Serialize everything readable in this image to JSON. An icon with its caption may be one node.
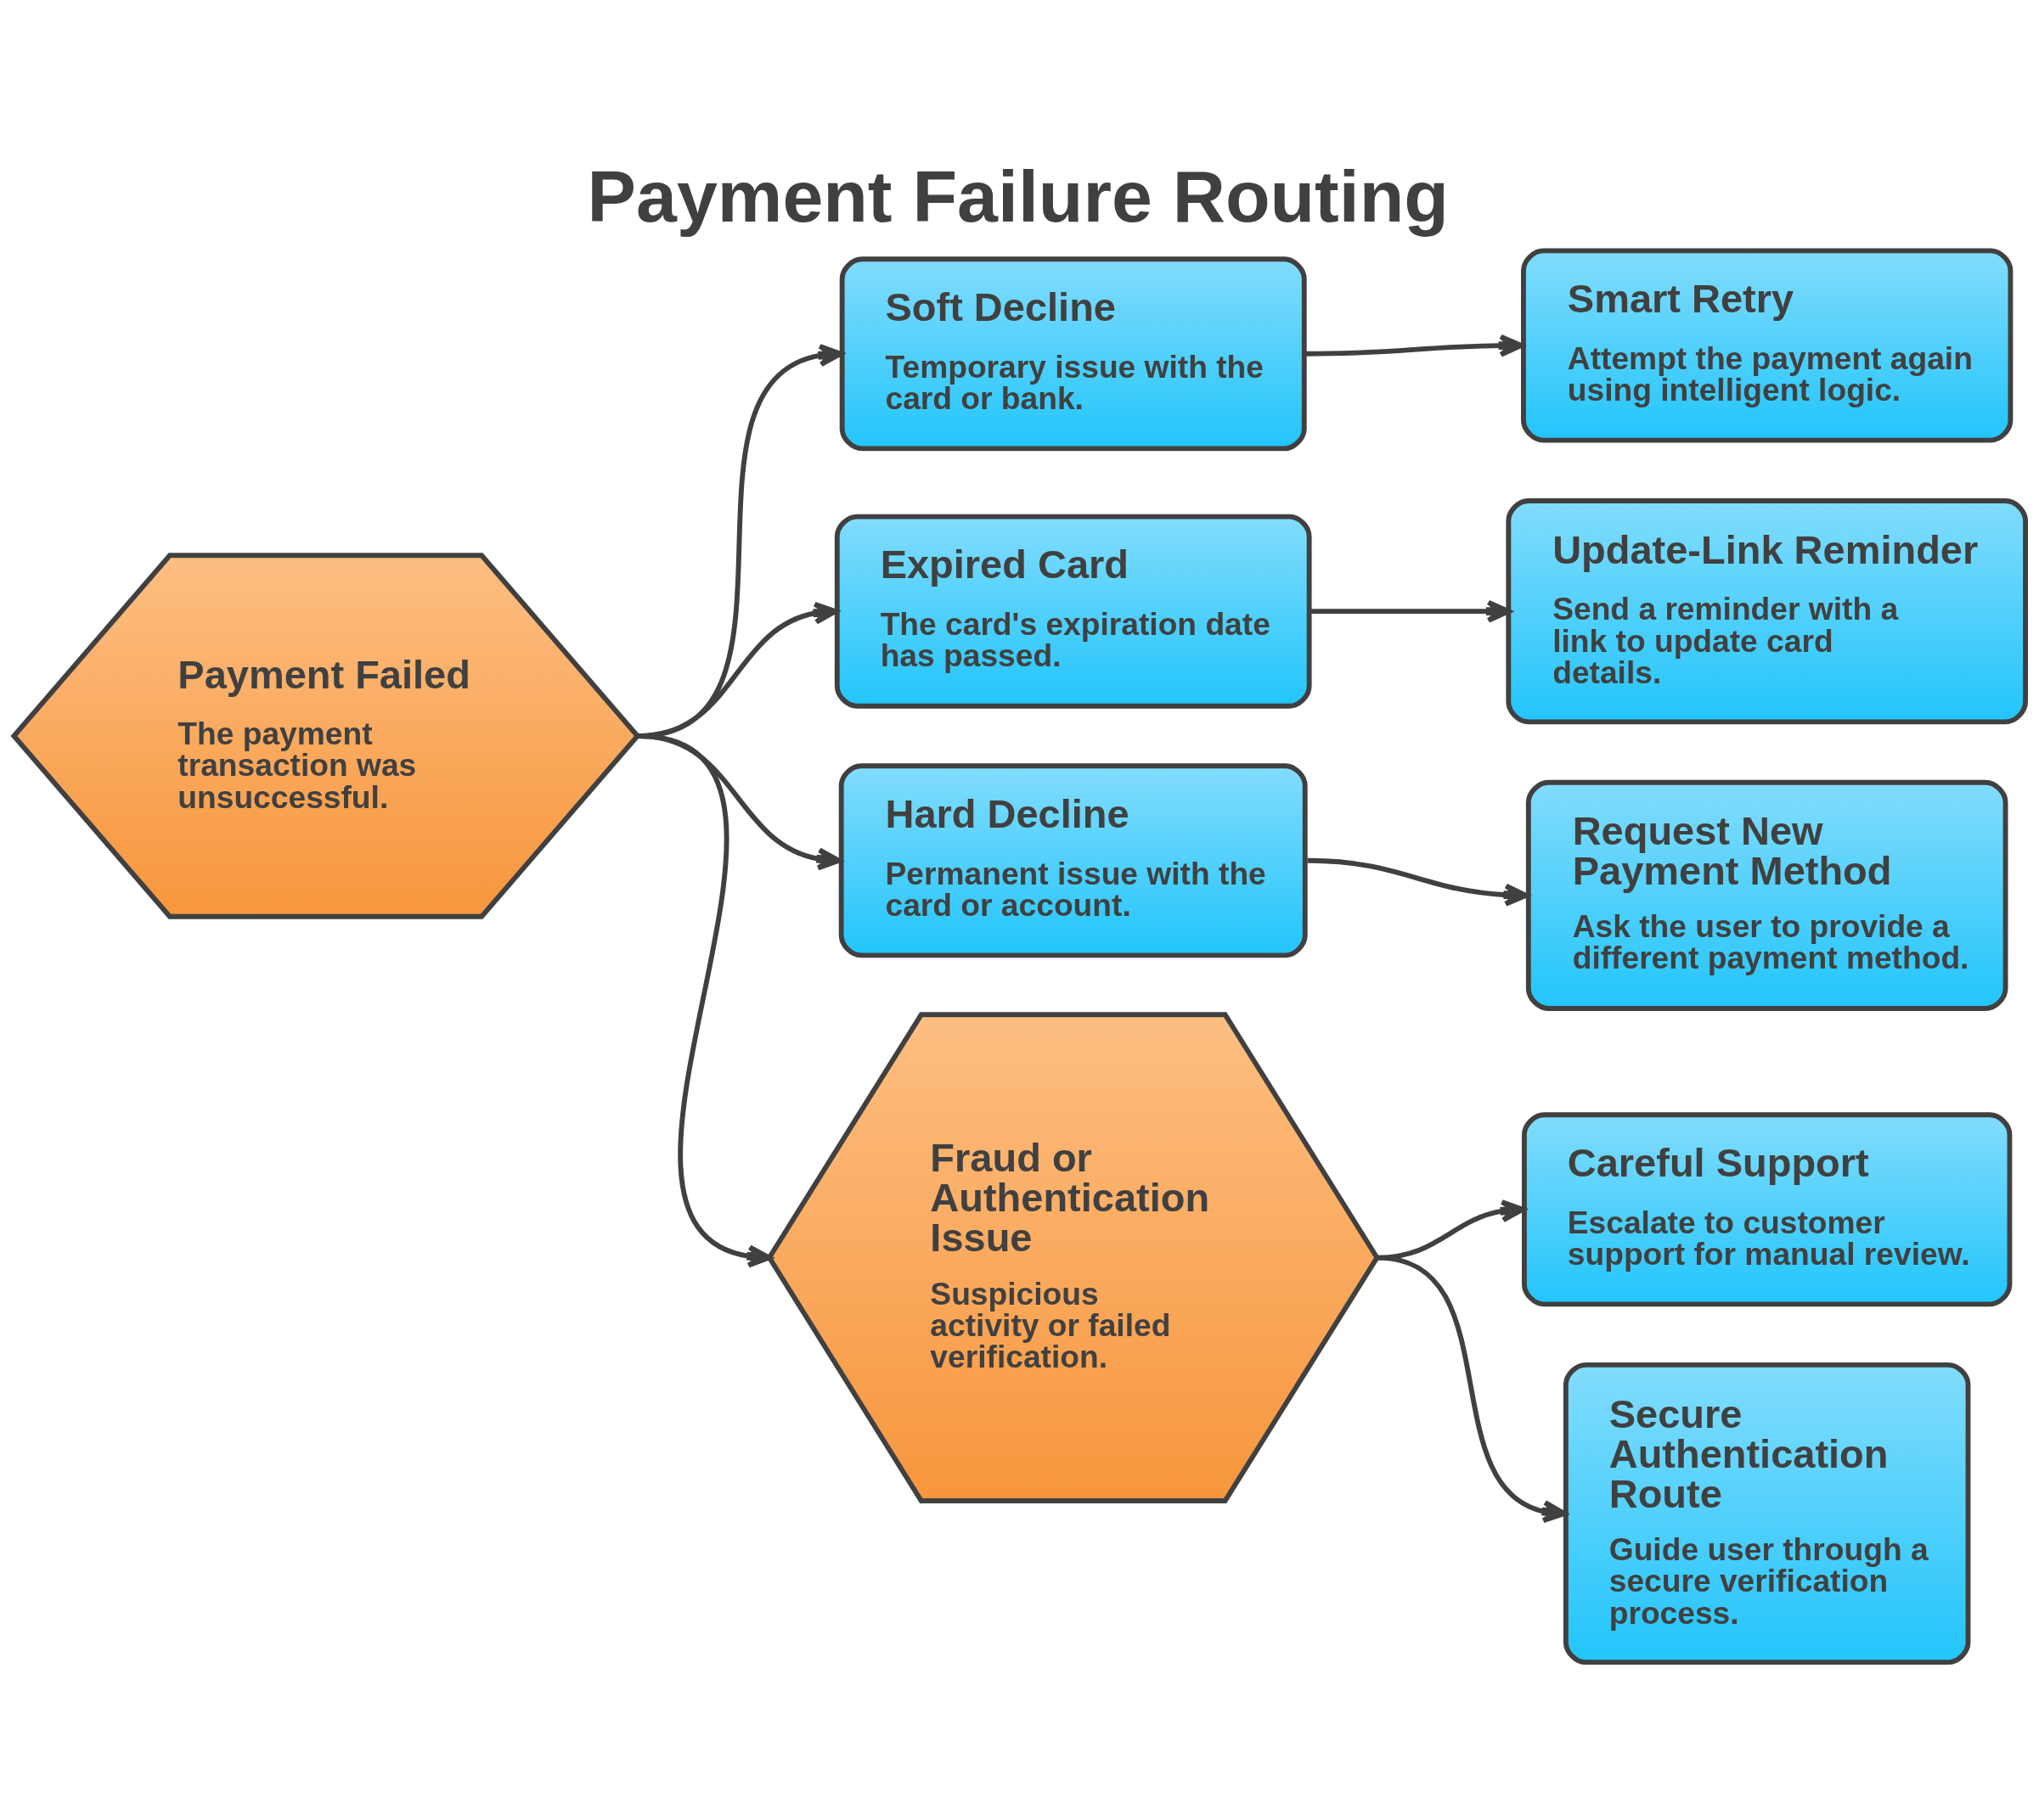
{
  "diagram": {
    "title": "Payment Failure Routing",
    "nodes": [
      {
        "text": [
          "Payment Failed",
          "The payment transaction was unsuccessful."
        ]
      },
      {
        "text": [
          "Soft Decline",
          "Temporary issue with the card or bank."
        ]
      },
      {
        "text": [
          "Expired Card",
          "The card's expiration date has passed."
        ]
      },
      {
        "text": [
          "Hard Decline",
          "Permanent issue with the card or account."
        ]
      },
      {
        "text": [
          "Fraud or Authentication Issue",
          "Suspicious activity or failed verification."
        ]
      },
      {
        "text": [
          "Smart Retry",
          "Attempt the payment again using intelligent logic."
        ]
      },
      {
        "text": [
          "Update-Link Reminder",
          "Send a reminder with a link to update card details."
        ]
      },
      {
        "text": [
          "Request New Payment Method",
          "Ask the user to provide a different payment method."
        ]
      },
      {
        "text": [
          "Careful Support",
          "Escalate to customer support for manual review."
        ]
      },
      {
        "text": [
          "Secure Authentication Route",
          "Guide user through a secure verification process."
        ]
      }
    ],
    "edges": [
      {
        "from": 0,
        "to": 1,
        "arrow": "to"
      },
      {
        "from": 0,
        "to": 2,
        "arrow": "to"
      },
      {
        "from": 0,
        "to": 3,
        "arrow": "to"
      },
      {
        "from": 0,
        "to": 4,
        "arrow": "to"
      },
      {
        "from": 1,
        "to": 5,
        "arrow": "to"
      },
      {
        "from": 2,
        "to": 6,
        "arrow": "to"
      },
      {
        "from": 3,
        "to": 7,
        "arrow": "to"
      },
      {
        "from": 4,
        "to": 8,
        "arrow": "to"
      },
      {
        "from": 4,
        "to": 9,
        "arrow": "to"
      }
    ]
  }
}
